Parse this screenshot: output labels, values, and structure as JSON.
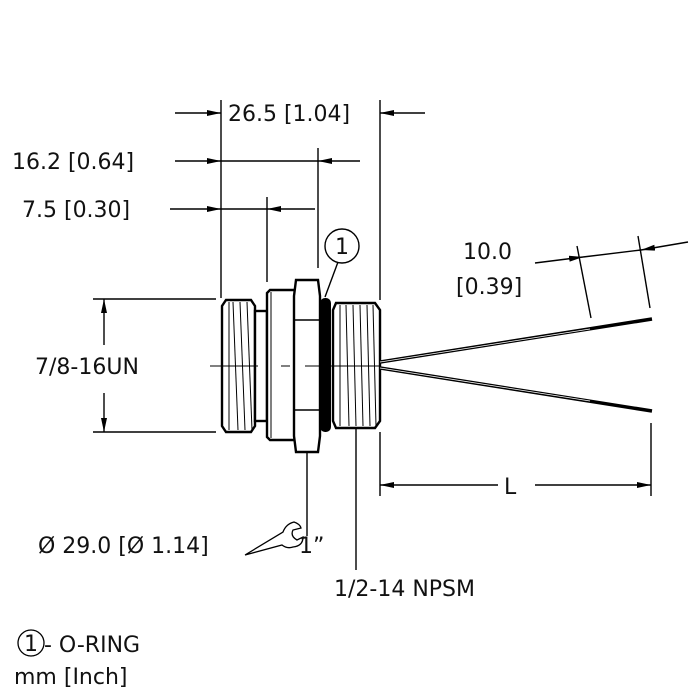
{
  "drawing": {
    "title": "Bulkhead connector dimension drawing",
    "stroke_color": "#000000",
    "background_color": "#ffffff",
    "dimensions": {
      "overall_length": "26.5 [1.04]",
      "length_to_oring": "16.2 [0.64]",
      "front_thread_length": "7.5 [0.30]",
      "wire_strip": {
        "line1": "10.0",
        "line2": "[0.39]"
      },
      "cable_length": "L",
      "front_thread": "7/8-16UN",
      "hex_size": "Ø 29.0 [Ø 1.14]",
      "wrench_size": "1”",
      "rear_thread": "1/2-14 NPSM"
    },
    "callout": {
      "number": "1"
    },
    "legend": {
      "item_number": "1",
      "item_label": "- O-RING",
      "units": "mm [Inch]"
    }
  }
}
